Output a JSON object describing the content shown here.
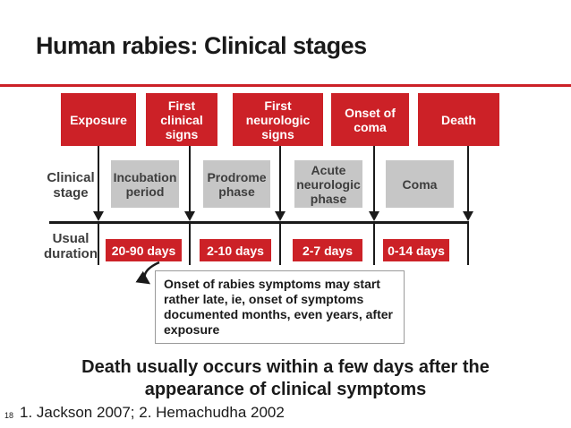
{
  "title": "Human rabies: Clinical stages",
  "events": [
    "Exposure",
    "First\nclinical\nsigns",
    "First\nneurologic\nsigns",
    "Onset of\ncoma",
    "Death"
  ],
  "row_labels": {
    "clinical_stage": "Clinical\nstage",
    "usual_duration": "Usual\nduration"
  },
  "stages": [
    "Incubation\nperiod",
    "Prodrome\nphase",
    "Acute\nneurologic\nphase",
    "Coma"
  ],
  "durations": [
    "20-90 days",
    "2-10 days",
    "2-7 days",
    "0-14 days"
  ],
  "callout": "Onset of rabies symptoms may start\nrather late, ie, onset of symptoms\ndocumented months, even years, after\nexposure",
  "statement": "Death usually occurs within a few days after the\nappearance of clinical symptoms",
  "footnote": "1. Jackson 2007; 2. Hemachudha 2002",
  "page_number": "18",
  "colors": {
    "accent_red": "#cc2127",
    "stage_gray": "#c6c6c6",
    "line_black": "#1a1a1a"
  }
}
